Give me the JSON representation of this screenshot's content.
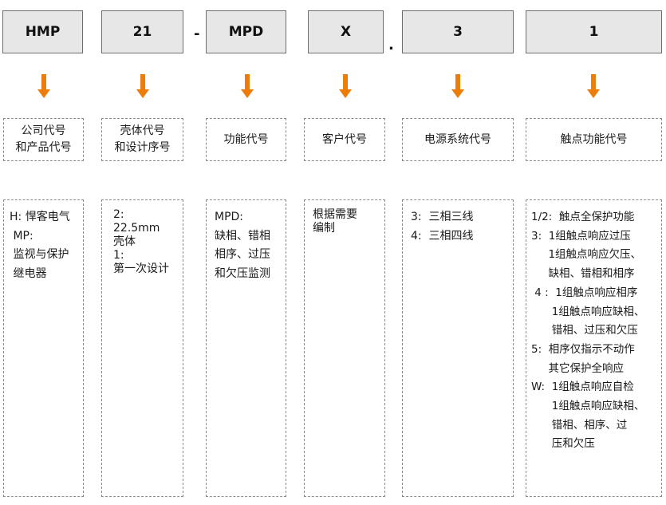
{
  "codes": [
    "HMP",
    "21",
    "MPD",
    "X",
    "3",
    "1"
  ],
  "separators": [
    "-",
    "."
  ],
  "colors": {
    "arrow": "#ee7c0a",
    "code_box_bg": "#e7e7e7",
    "border": "#6f6f6f"
  },
  "labels": [
    "公司代号\n和产品代号",
    "壳体代号\n和设计序号",
    "功能代号",
    "客户代号",
    "电源系统代号",
    "触点功能代号"
  ],
  "descriptions": [
    {
      "lines": [
        "H: 悍客电气",
        " MP:",
        " 监视与保护",
        " 继电器"
      ]
    },
    {
      "lines": [
        "2:",
        "22.5mm",
        "壳体",
        "1:",
        "第一次设计"
      ]
    },
    {
      "lines": [
        "MPD:",
        "缺相、错相",
        "相序、过压",
        "和欠压监测"
      ]
    },
    {
      "lines": [
        "根据需要",
        "编制"
      ]
    },
    {
      "lines": [
        "3:  三相三线",
        "4:  三相四线"
      ]
    },
    {
      "lines": [
        "1/2:  触点全保护功能",
        "3:  1组触点响应过压",
        "     1组触点响应欠压、",
        "     缺相、错相和相序",
        " 4 :  1组触点响应相序",
        "      1组触点响应缺相、",
        "      错相、过压和欠压",
        "5:  相序仅指示不动作",
        "     其它保护全响应",
        "W:  1组触点响应自检",
        "      1组触点响应缺相、",
        "      错相、相序、过",
        "      压和欠压"
      ]
    }
  ]
}
